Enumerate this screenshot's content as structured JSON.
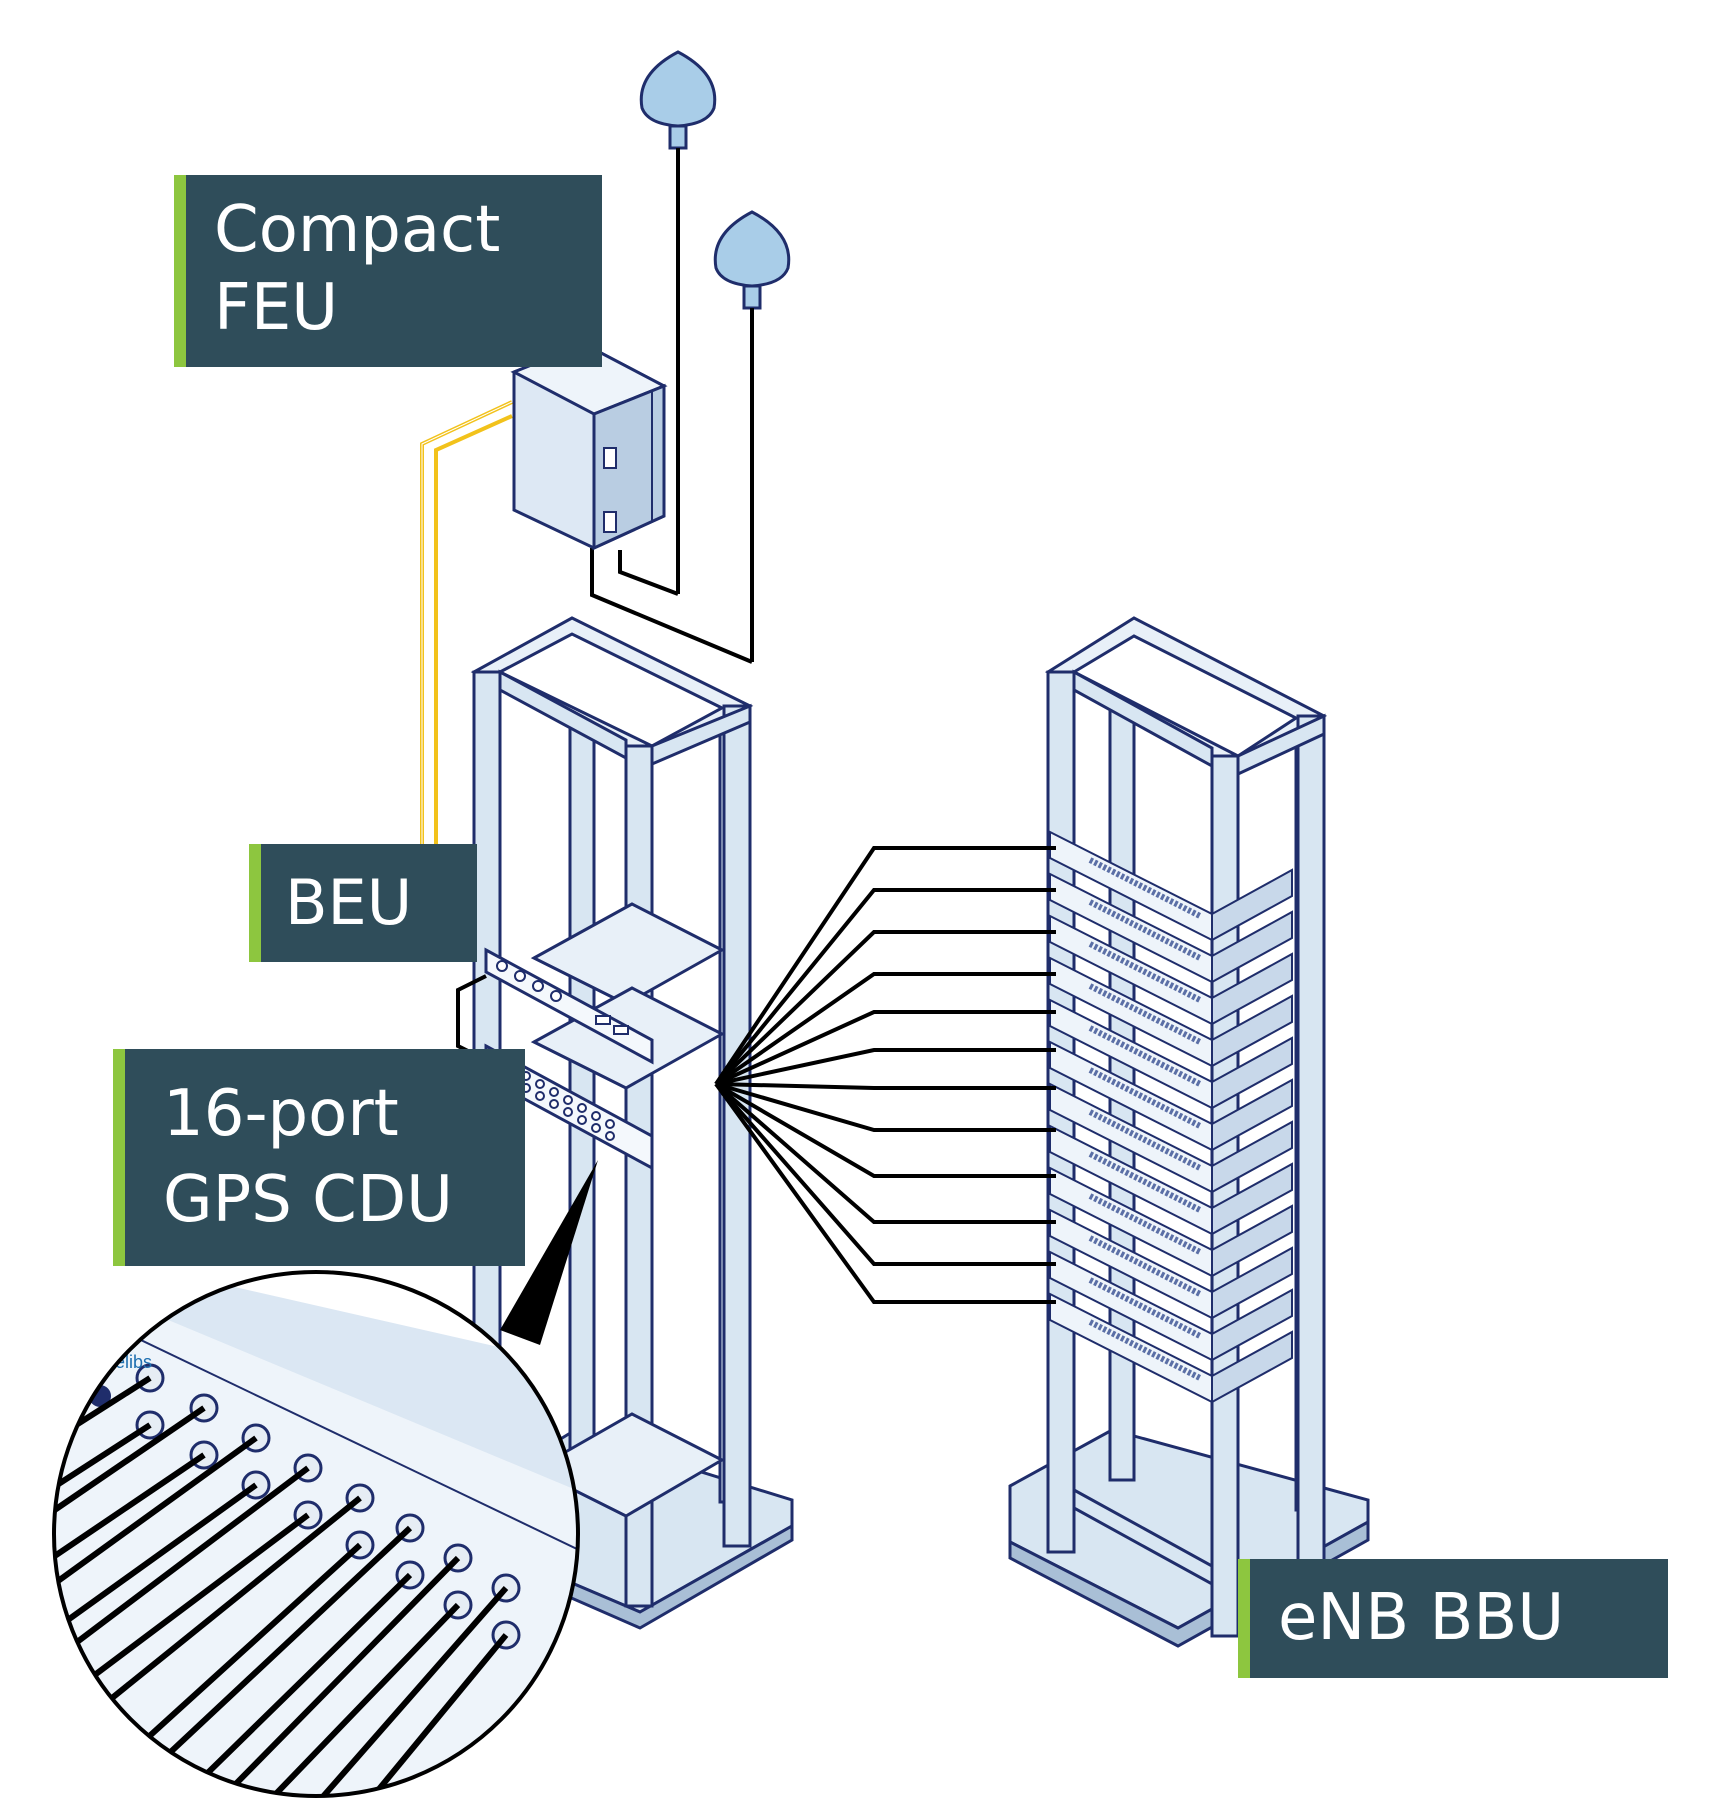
{
  "labels": {
    "feu": [
      "Compact",
      "FEU"
    ],
    "beu": "BEU",
    "cdu": [
      "16-port",
      "GPS CDU"
    ],
    "bbu": "eNB BBU"
  },
  "logo_text": "telibs",
  "colors": {
    "label_bg": "#2f4d5a",
    "label_accent": "#8dc63f",
    "rack_fill": "#d8e6f2",
    "rack_stroke": "#1f2d6b",
    "gps_cable": "#f2c21b",
    "rf_cable": "#000000",
    "antenna": "#a9cde8"
  },
  "icons": [
    "gps-antenna-icon",
    "enclosure-icon",
    "rack-icon",
    "server-icon",
    "magnifier-callout-icon"
  ]
}
